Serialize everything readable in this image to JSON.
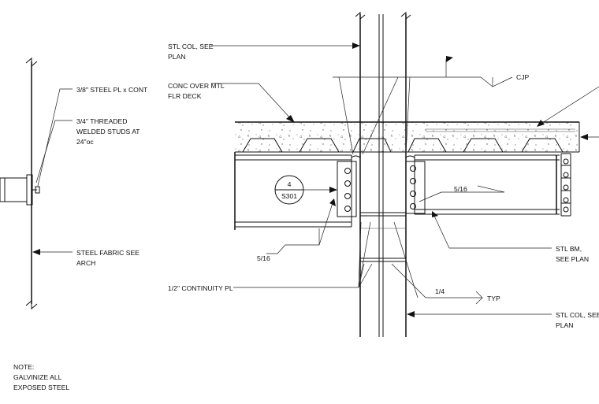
{
  "labels": {
    "stl_col_top": [
      "STL COL, SEE",
      "PLAN"
    ],
    "conc_deck": [
      "CONC OVER MTL",
      "FLR DECK"
    ],
    "cjp": "CJP",
    "steel_pl": "3/8\" STEEL PL x CONT",
    "studs": [
      "3/4\" THREADED",
      "WELDED STUDS AT",
      "24\"oc"
    ],
    "steel_fabric": [
      "STEEL FABRIC SEE",
      "ARCH"
    ],
    "weld_516_left": "5/16",
    "weld_516_right": "5/16",
    "continuity_pl": "1/2\" CONTINUITY PL",
    "weld_14": "1/4",
    "typ": "TYP",
    "stl_bm": [
      "STL BM,",
      "SEE PLAN"
    ],
    "stl_col_bottom": [
      "STL COL, SEE",
      "PLAN"
    ],
    "note": [
      "NOTE:",
      "GALVINIZE ALL",
      "EXPOSED STEEL"
    ]
  },
  "detail_callout": {
    "number": "4",
    "sheet": "S301"
  }
}
